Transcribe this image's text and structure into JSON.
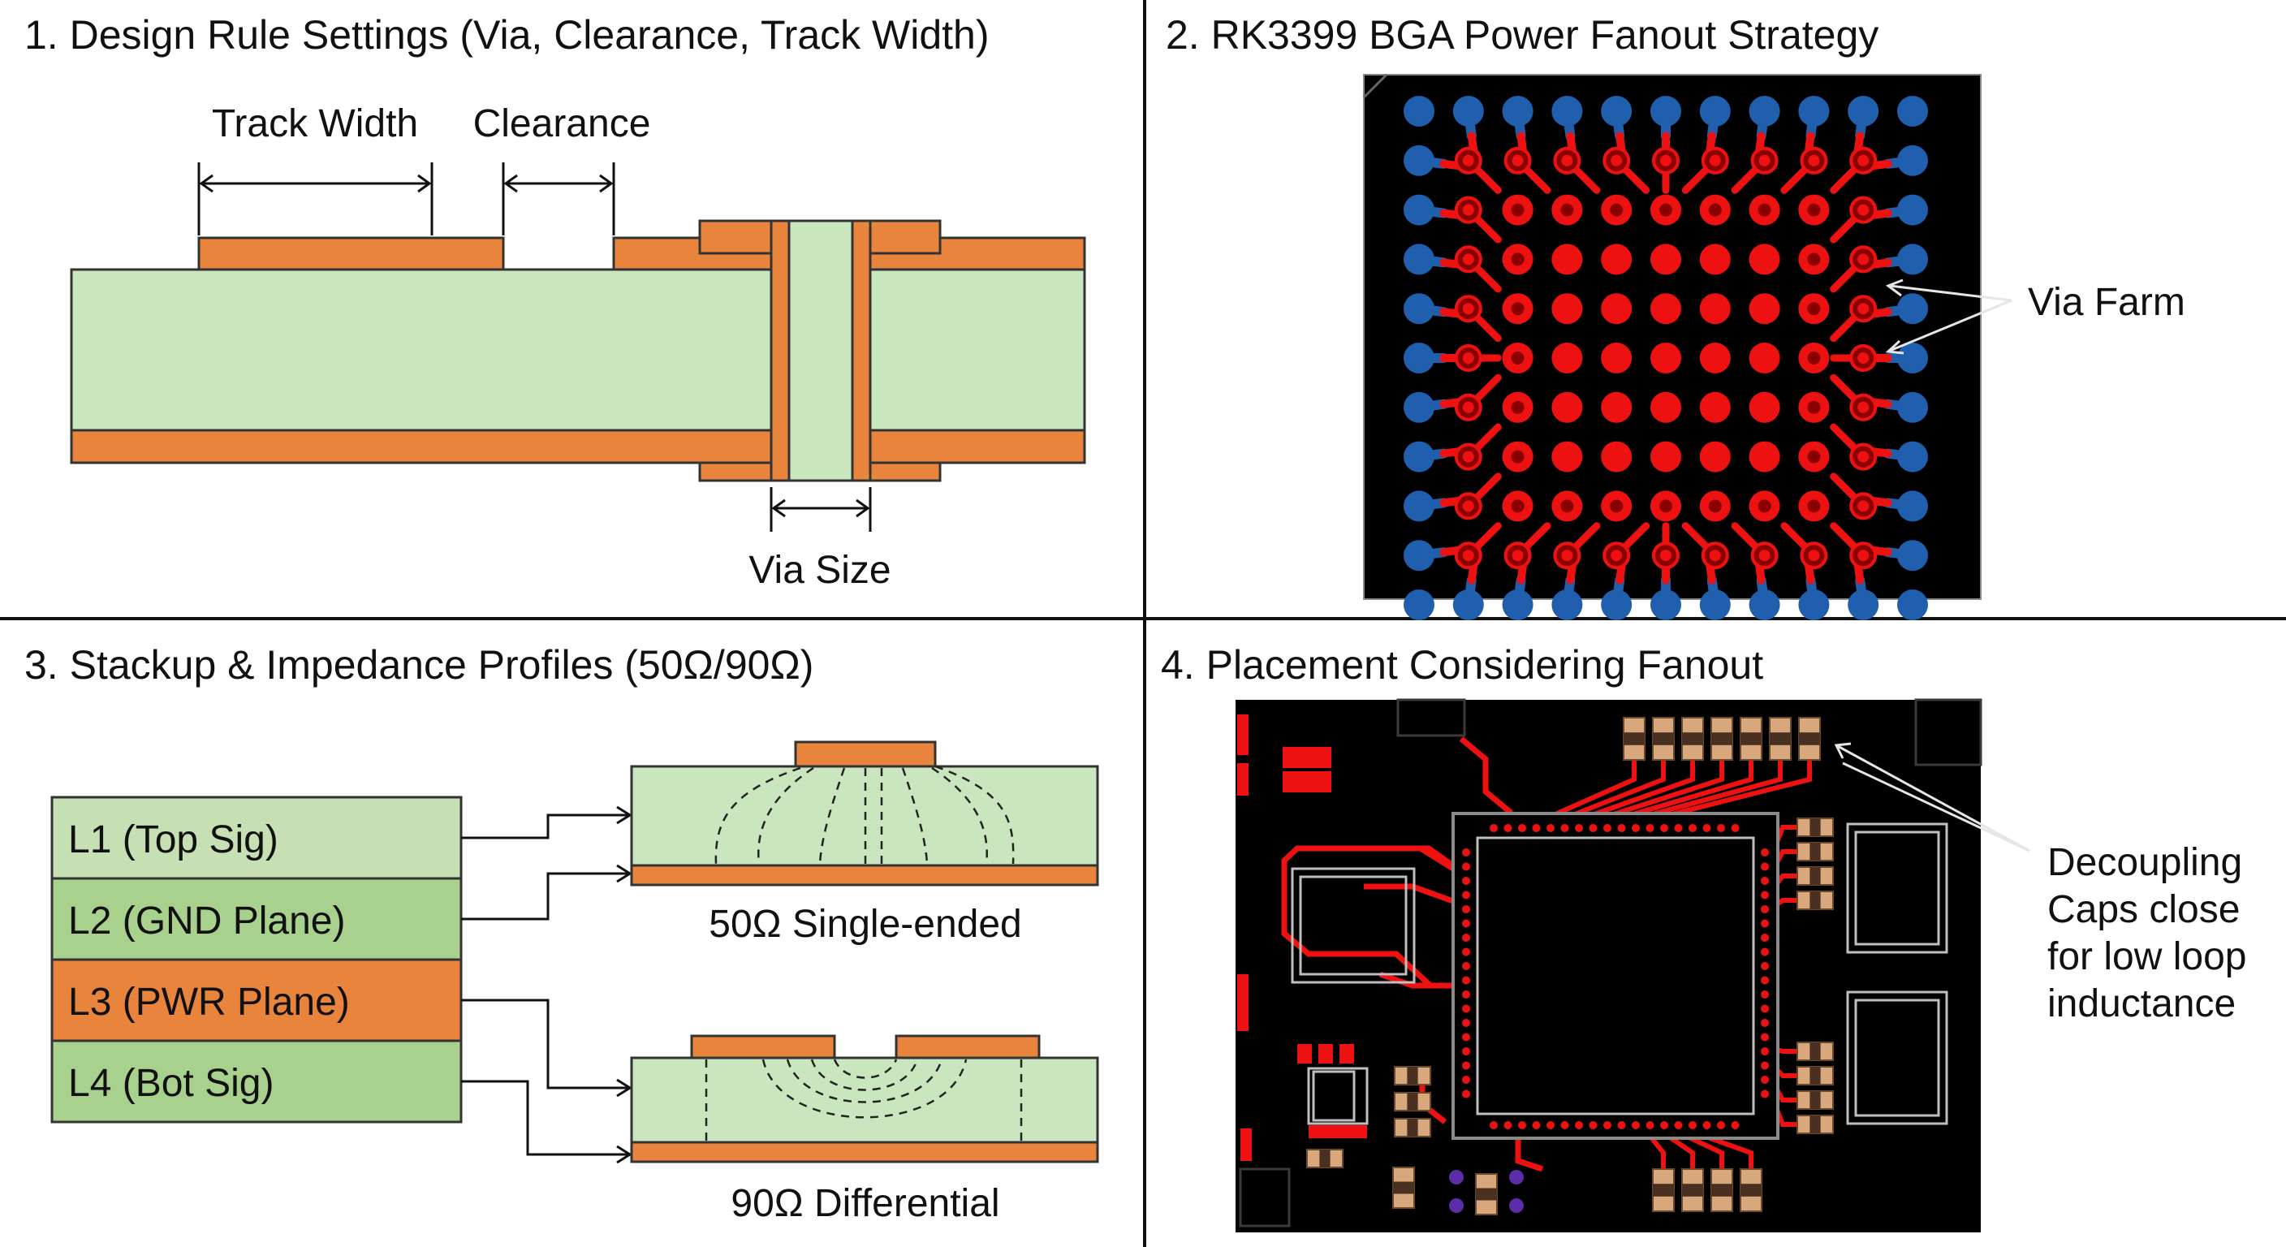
{
  "panels": {
    "p1": {
      "title": "1. Design Rule Settings (Via, Clearance, Track Width)",
      "label_track_width": "Track Width",
      "label_clearance": "Clearance",
      "label_via_size": "Via Size"
    },
    "p2": {
      "title": "2. RK3399 BGA Power Fanout Strategy",
      "label_via_farm": "Via Farm"
    },
    "p3": {
      "title": "3. Stackup & Impedance Profiles (50Ω/90Ω)",
      "layers": [
        "L1 (Top Sig)",
        "L2 (GND Plane)",
        "L3 (PWR Plane)",
        "L4 (Bot Sig)"
      ],
      "label_single": "50Ω Single-ended",
      "label_diff": "90Ω Differential"
    },
    "p4": {
      "title": "4. Placement Considering Fanout",
      "callout_lines": [
        "Decoupling",
        "Caps close",
        "for low loop",
        "inductance"
      ]
    }
  },
  "colors": {
    "copper": "#e8843c",
    "copper_stroke": "#7a3f12",
    "substrate": "#c9e6bf",
    "gnd_layer": "#a9d18e",
    "pwr_layer": "#e8843c",
    "sig_layer": "#c6e0b4",
    "pcb_black": "#000000",
    "trace_red": "#ee1111",
    "pad_blue": "#1f5fae",
    "cap_tan": "#d9a77c"
  }
}
